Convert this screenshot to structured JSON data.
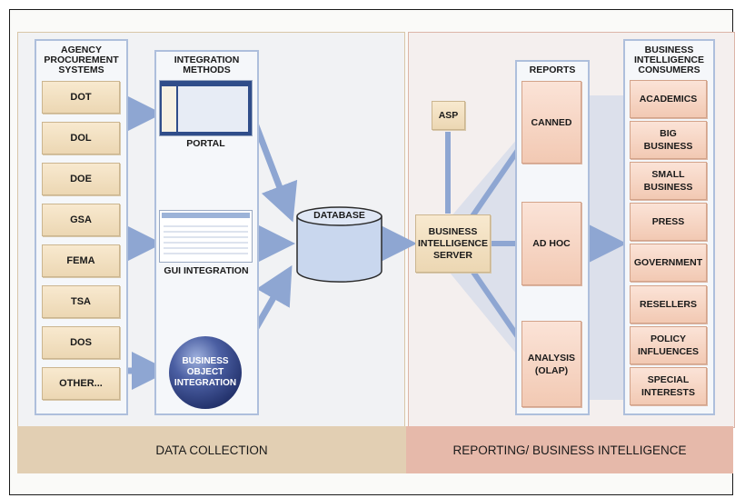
{
  "sections": {
    "data_collection": "DATA COLLECTION",
    "reporting": "REPORTING/ BUSINESS INTELLIGENCE"
  },
  "agency_column": {
    "title": "AGENCY\nPROCUREMENT\nSYSTEMS",
    "items": [
      "DOT",
      "DOL",
      "DOE",
      "GSA",
      "FEMA",
      "TSA",
      "DOS",
      "OTHER..."
    ]
  },
  "integration_column": {
    "title": "INTEGRATION\nMETHODS",
    "portal": "PORTAL",
    "gui": "GUI INTEGRATION",
    "business_object": "BUSINESS\nOBJECT\nINTEGRATION"
  },
  "database": "DATABASE",
  "asp": "ASP",
  "bi_server": "BUSINESS\nINTELLIGENCE\nSERVER",
  "reports_column": {
    "title": "REPORTS",
    "items": [
      "CANNED",
      "AD HOC",
      "ANALYSIS\n(OLAP)"
    ]
  },
  "consumers_column": {
    "title": "BUSINESS\nINTELLIGENCE\nCONSUMERS",
    "items": [
      "ACADEMICS",
      "BIG\nBUSINESS",
      "SMALL\nBUSINESS",
      "PRESS",
      "GOVERNMENT",
      "RESELLERS",
      "POLICY\nINFLUENCES",
      "SPECIAL\nINTERESTS"
    ]
  },
  "colors": {
    "arrow": "#8ea6d2",
    "column_border": "#aebfdc",
    "tan": "#ecd7b3",
    "salmon": "#f2c9b3",
    "sphere": "#2e3f7a"
  }
}
